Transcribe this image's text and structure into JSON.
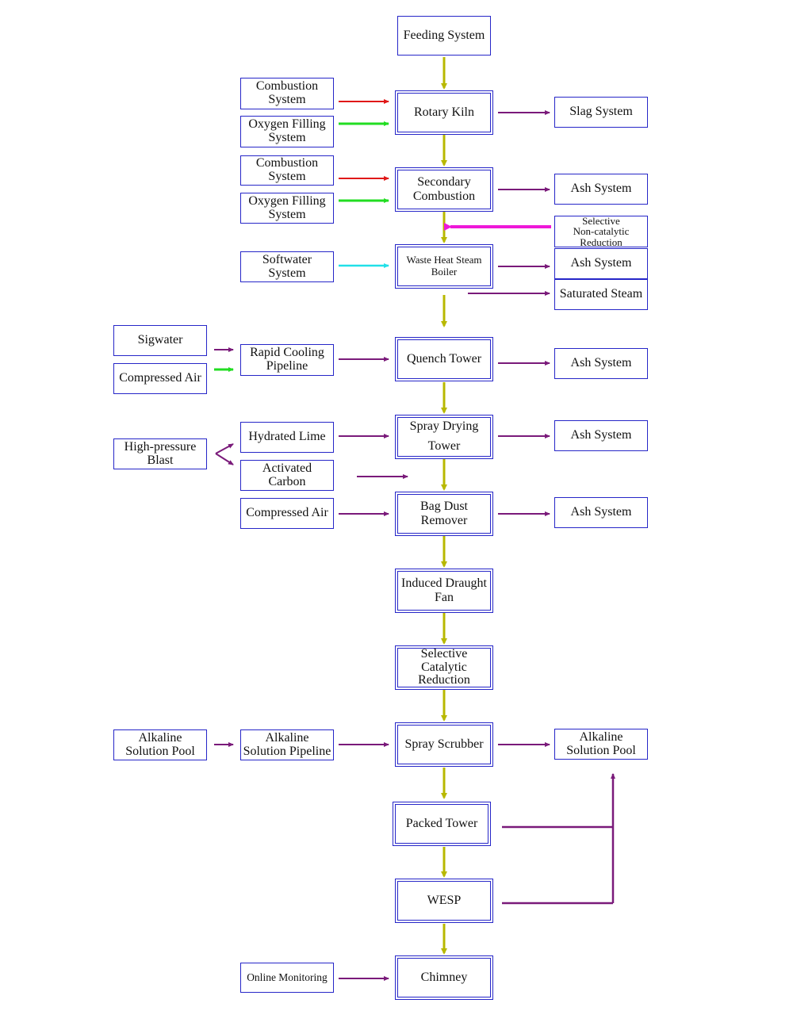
{
  "nodes": {
    "feeding_system": "Feeding System",
    "rotary_kiln": "Rotary Kiln",
    "secondary_combustion": "Secondary\nCombustion",
    "waste_heat_boiler": "Waste Heat Steam\nBoiler",
    "quench_tower": "Quench Tower",
    "spray_drying_tower": "Spray Drying\nTower",
    "bag_dust_remover": "Bag Dust\nRemover",
    "induced_draught_fan": "Induced Draught\nFan",
    "scr": "Selective\nCatalytic\nReduction",
    "spray_scrubber": "Spray Scrubber",
    "packed_tower": "Packed Tower",
    "wesp": "WESP",
    "chimney": "Chimney",
    "combustion_system_1": "Combustion\nSystem",
    "oxygen_filling_1": "Oxygen Filling\nSystem",
    "combustion_system_2": "Combustion\nSystem",
    "oxygen_filling_2": "Oxygen Filling\nSystem",
    "softwater_system": "Softwater\nSystem",
    "sigwater": "Sigwater",
    "compressed_air_1": "Compressed Air",
    "rapid_cooling_pipeline": "Rapid Cooling\nPipeline",
    "high_pressure_blast": "High-pressure\nBlast",
    "hydrated_lime": "Hydrated Lime",
    "activated_carbon": "Activated\nCarbon",
    "compressed_air_2": "Compressed Air",
    "alkaline_pool_left": "Alkaline\nSolution Pool",
    "alkaline_pipeline": "Alkaline\nSolution Pipeline",
    "online_monitoring": "Online Monitoring",
    "slag_system": "Slag System",
    "ash_system_1": "Ash System",
    "sncr": "Selective\nNon-catalytic\nReduction",
    "ash_system_2": "Ash System",
    "saturated_steam": "Saturated Steam",
    "ash_system_3": "Ash System",
    "ash_system_4": "Ash System",
    "ash_system_5": "Ash System",
    "alkaline_pool_right": "Alkaline\nSolution Pool"
  },
  "colors": {
    "box_border": "#2626c8",
    "main_flow": "#b8b800",
    "connector": "#7a1a7a",
    "combustion": "#e01818",
    "oxygen": "#22dd22",
    "softwater": "#22e0e8",
    "sncr_arrow": "#ee18d8"
  }
}
